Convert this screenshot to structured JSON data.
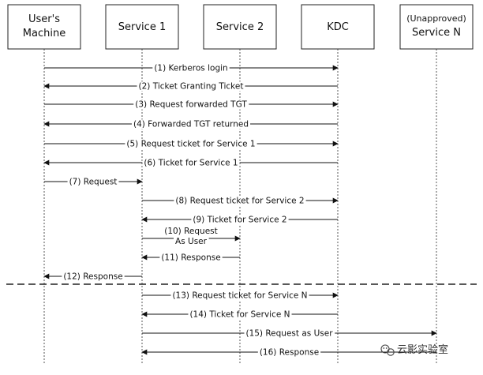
{
  "actors": [
    {
      "id": "user",
      "lines": [
        "User's",
        "Machine"
      ]
    },
    {
      "id": "svc1",
      "lines": [
        "Service 1"
      ]
    },
    {
      "id": "svc2",
      "lines": [
        "Service 2"
      ]
    },
    {
      "id": "kdc",
      "lines": [
        "KDC"
      ]
    },
    {
      "id": "svcn",
      "small": "(Unapproved)",
      "lines": [
        "Service N"
      ]
    }
  ],
  "messages": [
    {
      "from": "user",
      "to": "kdc",
      "label": "(1) Kerberos login"
    },
    {
      "from": "kdc",
      "to": "user",
      "label": "(2) Ticket Granting Ticket"
    },
    {
      "from": "user",
      "to": "kdc",
      "label": "(3) Request forwarded TGT"
    },
    {
      "from": "kdc",
      "to": "user",
      "label": "(4) Forwarded TGT returned"
    },
    {
      "from": "user",
      "to": "kdc",
      "label": "(5) Request ticket for Service 1"
    },
    {
      "from": "kdc",
      "to": "user",
      "label": "(6) Ticket for Service 1"
    },
    {
      "from": "user",
      "to": "svc1",
      "label": "(7) Request"
    },
    {
      "from": "svc1",
      "to": "kdc",
      "label": "(8) Request ticket for Service 2"
    },
    {
      "from": "kdc",
      "to": "svc1",
      "label": "(9) Ticket for Service 2"
    },
    {
      "from": "svc1",
      "to": "svc2",
      "label": "(10) Request",
      "label2": "As User"
    },
    {
      "from": "svc2",
      "to": "svc1",
      "label": "(11) Response"
    },
    {
      "from": "svc1",
      "to": "user",
      "label": "(12) Response"
    },
    {
      "from": "svc1",
      "to": "kdc",
      "label": "(13) Request ticket for Service N"
    },
    {
      "from": "kdc",
      "to": "svc1",
      "label": "(14) Ticket for Service N"
    },
    {
      "from": "svc1",
      "to": "svcn",
      "label": "(15) Request as User"
    },
    {
      "from": "svcn",
      "to": "svc1",
      "label": "(16) Response"
    }
  ],
  "watermark": {
    "text": "云影实验室",
    "icon": "wechat-icon"
  }
}
